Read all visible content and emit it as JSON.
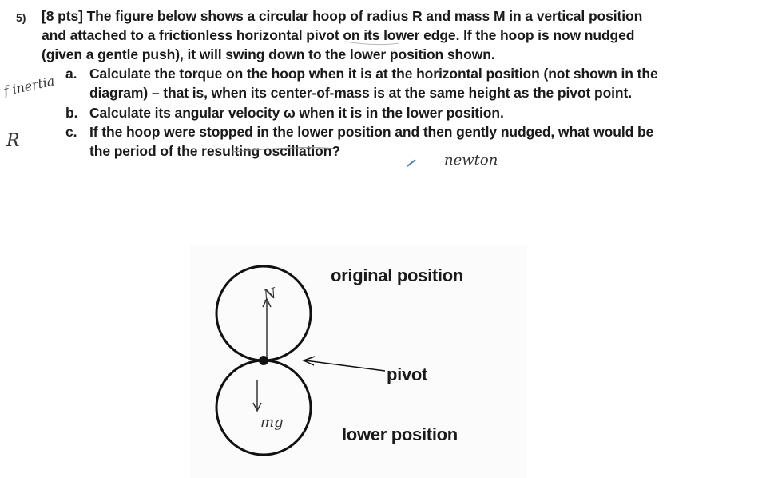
{
  "problem": {
    "number": "5)",
    "points": "[8 pts]",
    "intro_lines": [
      "The figure below shows a circular hoop of radius R and mass M in a vertical position",
      "and attached to a frictionless horizontal pivot on its lower edge. If the hoop is now nudged",
      "(given a gentle push), it will swing down to the lower position shown."
    ],
    "parts": [
      {
        "letter": "a.",
        "lines": [
          "Calculate the torque on the hoop when it is at the horizontal position (not shown in the",
          "diagram) – that is, when its center-of-mass is at the same height as the pivot point."
        ]
      },
      {
        "letter": "b.",
        "lines": [
          "Calculate its angular velocity ω when it is in the lower position."
        ]
      },
      {
        "letter": "c.",
        "lines": [
          "If the hoop were stopped in the lower position and then gently nudged, what would be",
          "the period of the resulting oscillation?"
        ]
      }
    ]
  },
  "handwriting": {
    "margin_note": "f inertia",
    "margin_r": "R",
    "bottom_note": "newton",
    "normal_force": "N",
    "weight": "mg"
  },
  "figure": {
    "label_original": "original position",
    "label_pivot": "pivot",
    "label_lower": "lower position"
  }
}
